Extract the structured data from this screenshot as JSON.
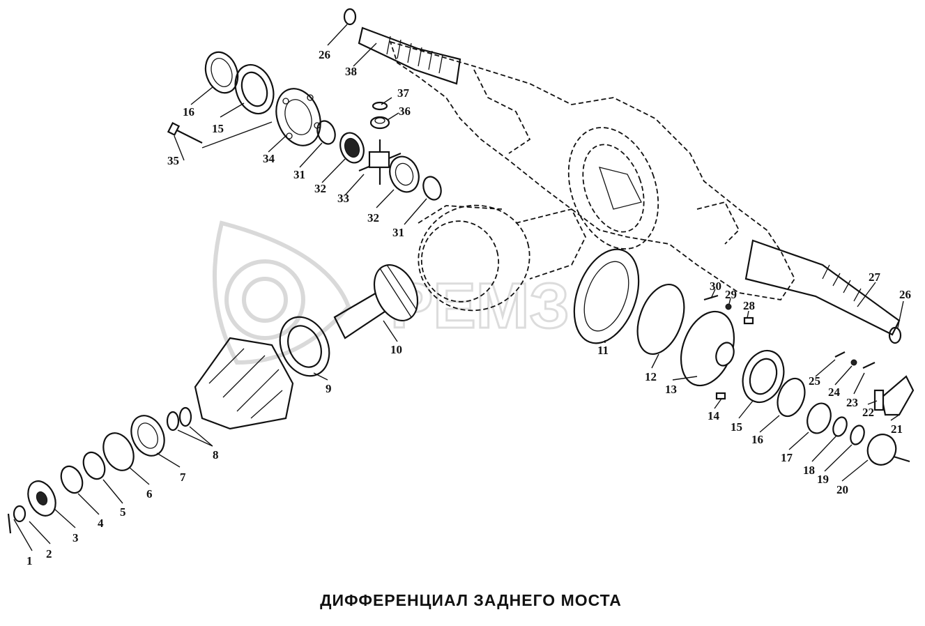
{
  "title": "ДИФФЕРЕНЦИАЛ ЗАДНЕГО МОСТА",
  "watermark_icon": "triangle-logo-watermark",
  "watermark_text": "РЕМЗ",
  "labels": {
    "n1": "1",
    "n2": "2",
    "n3": "3",
    "n4": "4",
    "n5": "5",
    "n6": "6",
    "n7": "7",
    "n8": "8",
    "n9": "9",
    "n10": "10",
    "n11": "11",
    "n12": "12",
    "n13": "13",
    "n14": "14",
    "n15a": "15",
    "n15b": "15",
    "n16a": "16",
    "n16b": "16",
    "n17": "17",
    "n18": "18",
    "n19": "19",
    "n20": "20",
    "n21": "21",
    "n22": "22",
    "n23": "23",
    "n24": "24",
    "n25": "25",
    "n26a": "26",
    "n26b": "26",
    "n27": "27",
    "n28": "28",
    "n29": "29",
    "n30": "30",
    "n31a": "31",
    "n31b": "31",
    "n32a": "32",
    "n32b": "32",
    "n33": "33",
    "n34": "34",
    "n35": "35",
    "n36": "36",
    "n37": "37",
    "n38": "38"
  }
}
